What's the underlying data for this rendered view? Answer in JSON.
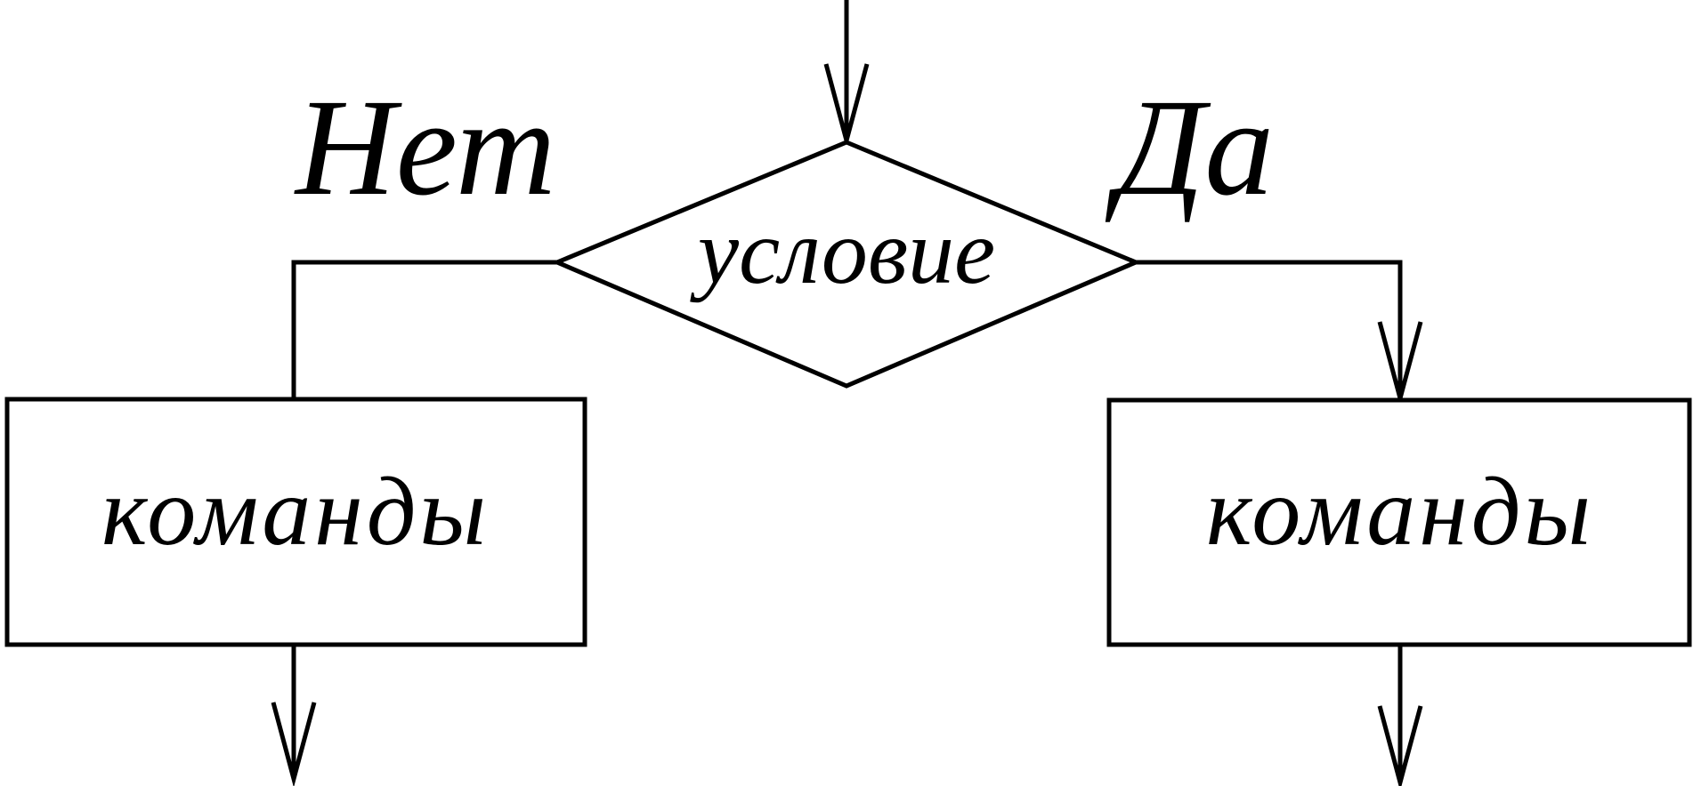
{
  "diagram": {
    "condition_label": "условие",
    "no_label": "Нет",
    "yes_label": "Да",
    "left_block_label": "команды",
    "right_block_label": "команды"
  }
}
